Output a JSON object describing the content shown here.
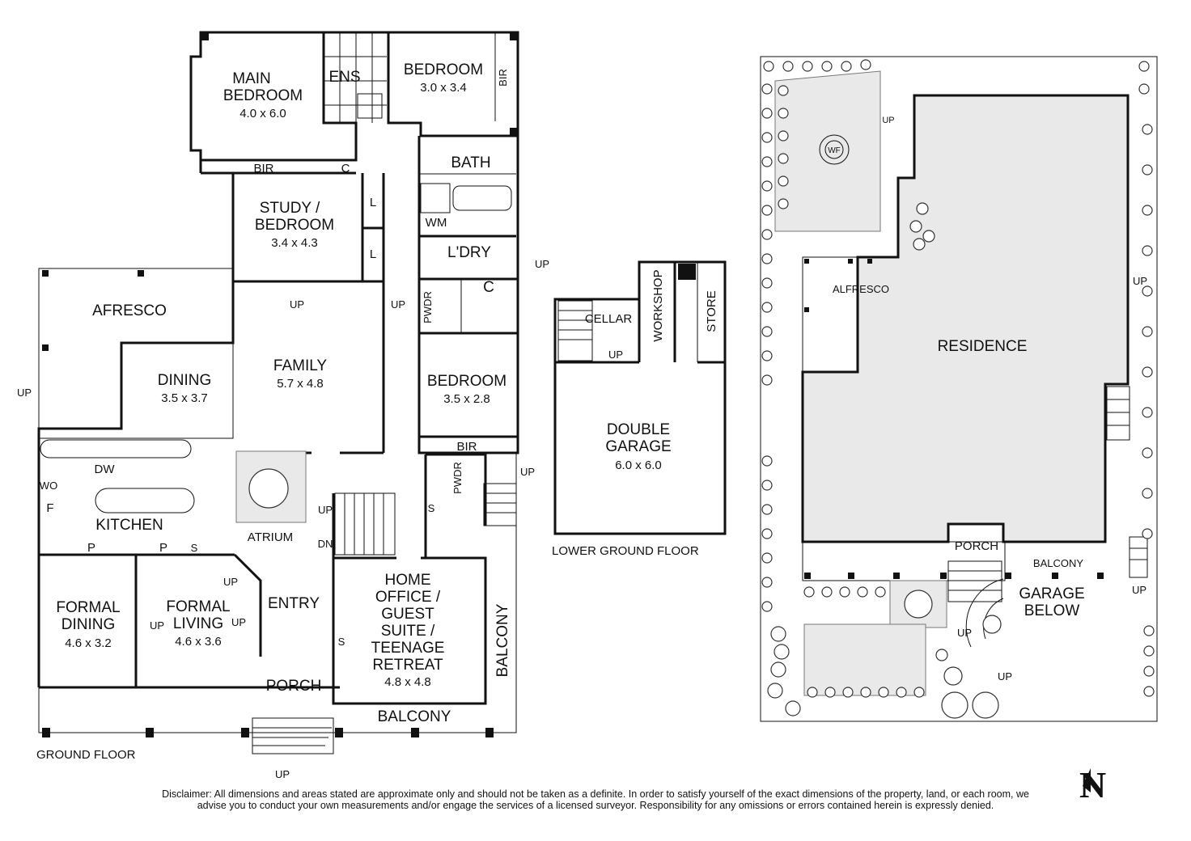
{
  "ground_floor": {
    "title": "GROUND FLOOR",
    "rooms": [
      {
        "name": "MAIN BEDROOM",
        "lines": [
          "MAIN",
          "BEDROOM"
        ],
        "size": "4.0 x 6.0"
      },
      {
        "name": "ENS",
        "lines": [
          "ENS"
        ],
        "size": ""
      },
      {
        "name": "BEDROOM",
        "lines": [
          "BEDROOM"
        ],
        "size": "3.0 x 3.4"
      },
      {
        "name": "BIR",
        "lines": [
          "BIR"
        ],
        "size": ""
      },
      {
        "name": "BATH",
        "lines": [
          "BATH"
        ],
        "size": ""
      },
      {
        "name": "WM",
        "lines": [
          "WM"
        ],
        "size": ""
      },
      {
        "name": "L'DRY",
        "lines": [
          "L'DRY"
        ],
        "size": ""
      },
      {
        "name": "STUDY / BEDROOM",
        "lines": [
          "STUDY /",
          "BEDROOM"
        ],
        "size": "3.4 x 4.3"
      },
      {
        "name": "AFRESCO",
        "lines": [
          "AFRESCO"
        ],
        "size": ""
      },
      {
        "name": "FAMILY",
        "lines": [
          "FAMILY"
        ],
        "size": "5.7 x 4.8"
      },
      {
        "name": "DINING",
        "lines": [
          "DINING"
        ],
        "size": "3.5 x 3.7"
      },
      {
        "name": "BEDROOM",
        "lines": [
          "BEDROOM"
        ],
        "size": "3.5 x 2.8"
      },
      {
        "name": "KITCHEN",
        "lines": [
          "KITCHEN"
        ],
        "size": ""
      },
      {
        "name": "ATRIUM",
        "lines": [
          "ATRIUM"
        ],
        "size": ""
      },
      {
        "name": "FORMAL DINING",
        "lines": [
          "FORMAL",
          "DINING"
        ],
        "size": "4.6 x 3.2"
      },
      {
        "name": "FORMAL LIVING",
        "lines": [
          "FORMAL",
          "LIVING"
        ],
        "size": "4.6 x 3.6"
      },
      {
        "name": "ENTRY",
        "lines": [
          "ENTRY"
        ],
        "size": ""
      },
      {
        "name": "PORCH",
        "lines": [
          "PORCH"
        ],
        "size": ""
      },
      {
        "name": "HOME OFFICE / GUEST SUITE / TEENAGE RETREAT",
        "lines": [
          "HOME",
          "OFFICE /",
          "GUEST",
          "SUITE /",
          "TEENAGE",
          "RETREAT"
        ],
        "size": "4.8 x 4.8"
      },
      {
        "name": "BALCONY",
        "lines": [
          "BALCONY"
        ],
        "size": ""
      }
    ],
    "labels": {
      "bir_main": "BIR",
      "c_main": "C",
      "l1": "L",
      "l2": "L",
      "c_pwdr": "C",
      "pwdr_upper": "PWDR",
      "pwdr_lower": "PWDR",
      "bir_bed": "BIR",
      "dw": "DW",
      "wo": "WO",
      "f": "F",
      "p1": "P",
      "p2": "P",
      "s_kitchen": "S",
      "s_hall": "S",
      "s_office": "S",
      "balcony_side": "BALCONY",
      "up": "UP",
      "dn": "DN"
    }
  },
  "lower_ground_floor": {
    "title": "LOWER GROUND FLOOR",
    "rooms": [
      {
        "name": "CELLAR",
        "lines": [
          "CELLAR"
        ],
        "size": ""
      },
      {
        "name": "WORKSHOP",
        "lines": [
          "WORKSHOP"
        ],
        "size": ""
      },
      {
        "name": "STORE",
        "lines": [
          "STORE"
        ],
        "size": ""
      },
      {
        "name": "DOUBLE GARAGE",
        "lines": [
          "DOUBLE",
          "GARAGE"
        ],
        "size": "6.0 x 6.0"
      }
    ],
    "up": "UP"
  },
  "site_plan": {
    "residence": "RESIDENCE",
    "alfresco": "ALFRESCO",
    "porch": "PORCH",
    "balcony": "BALCONY",
    "garage_below": [
      "GARAGE",
      "BELOW"
    ],
    "wf": "WF",
    "up": "UP"
  },
  "north": "N",
  "disclaimer": "Disclaimer: All dimensions and areas stated are approximate only and should not be taken as a definite. In order to satisfy yourself of the exact dimensions of the property, land, or each room, we advise you to conduct your own measurements and/or engage the services of a licensed surveyor. Responsibility for any omissions or errors contained herein is expressly denied."
}
